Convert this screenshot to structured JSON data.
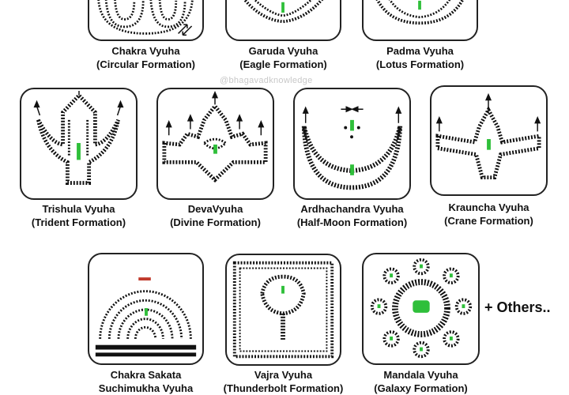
{
  "watermark": "@bhagavadknowledge",
  "others_label": "+ Others..",
  "formations": [
    {
      "name": "Chakra Vyuha",
      "subtitle": "(Circular Formation)"
    },
    {
      "name": "Garuda Vyuha",
      "subtitle": "(Eagle Formation)"
    },
    {
      "name": "Padma Vyuha",
      "subtitle": "(Lotus Formation)"
    },
    {
      "name": "Trishula Vyuha",
      "subtitle": "(Trident Formation)"
    },
    {
      "name": "DevaVyuha",
      "subtitle": "(Divine Formation)"
    },
    {
      "name": "Ardhachandra Vyuha",
      "subtitle": "(Half-Moon Formation)"
    },
    {
      "name": "Krauncha Vyuha",
      "subtitle": "(Crane Formation)"
    },
    {
      "name": "Chakra Sakata",
      "subtitle": "Suchimukha Vyuha"
    },
    {
      "name": "Vajra Vyuha",
      "subtitle": "(Thunderbolt Formation)"
    },
    {
      "name": "Mandala Vyuha",
      "subtitle": "(Galaxy Formation)"
    }
  ],
  "colors": {
    "border": "#222222",
    "troops": "#111111",
    "commander": "#2fbf3a",
    "watermark": "#c8c8c8"
  }
}
